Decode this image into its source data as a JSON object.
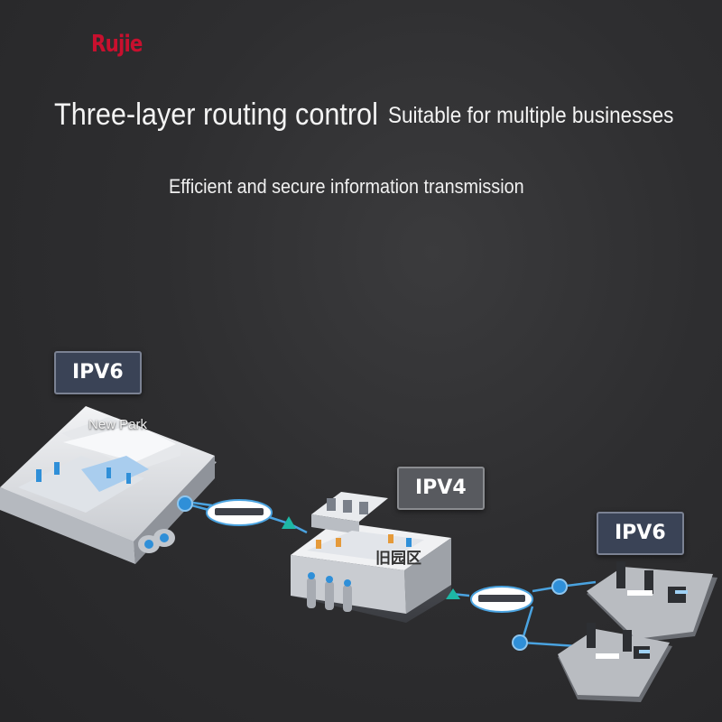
{
  "brand": "Rujie",
  "headline": "Three-layer routing control",
  "headline_suffix": "Suitable for multiple businesses",
  "subheadline": "Efficient and secure information transmission",
  "tags": {
    "left": "IPV6",
    "center": "IPV4",
    "right": "IPV6"
  },
  "new_park_label": "New Park",
  "old_park_label": "旧园区",
  "colors": {
    "brand": "#c8102e",
    "link_line": "#4aa3e0",
    "node_blue": "#2f8fd8",
    "arrow_teal": "#1db7a5"
  }
}
